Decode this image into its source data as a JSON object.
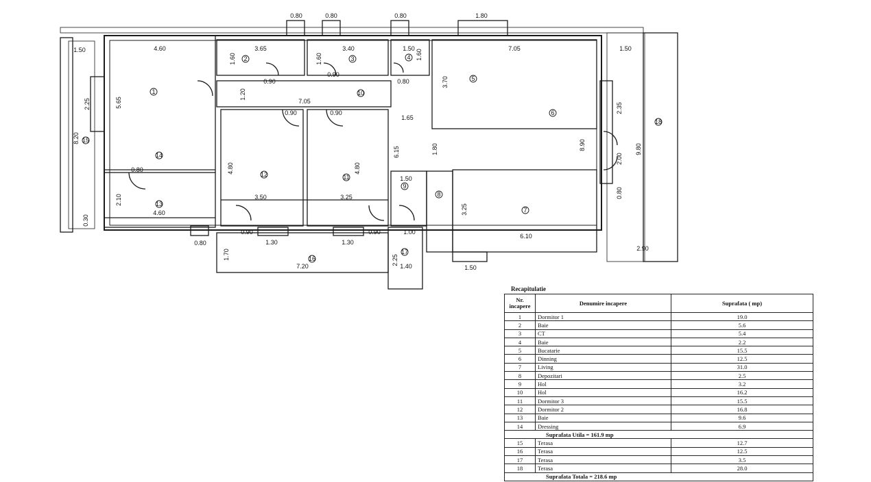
{
  "dimensions": [
    "0.80",
    "0.80",
    "0.80",
    "1.80",
    "1.50",
    "4.60",
    "3.65",
    "3.40",
    "1.50",
    "7.05",
    "1.50",
    "1.60",
    "1.60",
    "1.60",
    "0.90",
    "0.80",
    "0.90",
    "3.70",
    "1.20",
    "7.05",
    "0.90",
    "0.90",
    "2.25",
    "5.65",
    "8.20",
    "1.65",
    "6.15",
    "1.80",
    "2.35",
    "8.90",
    "9.80",
    "2.00",
    "4.80",
    "4.80",
    "0.80",
    "2.10",
    "3.50",
    "3.25",
    "1.50",
    "3.25",
    "0.80",
    "4.60",
    "0.30",
    "1.00",
    "6.10",
    "0.80",
    "0.90",
    "1.30",
    "1.30",
    "0.90",
    "1.70",
    "7.20",
    "2.25",
    "1.40",
    "2.90",
    "1.50"
  ],
  "room_markers": [
    "1",
    "2",
    "3",
    "4",
    "5",
    "6",
    "7",
    "8",
    "9",
    "10",
    "11",
    "12",
    "13",
    "14",
    "15",
    "16",
    "17",
    "18"
  ],
  "recap": {
    "title": "Recapitulatie",
    "headers": {
      "nr": "Nr. incapere",
      "name": "Denumire incapere",
      "area": "Suprafata ( mp)"
    },
    "rooms": [
      {
        "nr": "1",
        "name": "Dormitor 1",
        "area": "19.0"
      },
      {
        "nr": "2",
        "name": "Baie",
        "area": "5.6"
      },
      {
        "nr": "3",
        "name": "CT",
        "area": "5.4"
      },
      {
        "nr": "4",
        "name": "Baie",
        "area": "2.2"
      },
      {
        "nr": "5",
        "name": "Bucatarie",
        "area": "15.5"
      },
      {
        "nr": "6",
        "name": "Dinning",
        "area": "12.5"
      },
      {
        "nr": "7",
        "name": "Living",
        "area": "31.0"
      },
      {
        "nr": "8",
        "name": "Depozitari",
        "area": "2.5"
      },
      {
        "nr": "9",
        "name": "Hol",
        "area": "3.2"
      },
      {
        "nr": "10",
        "name": "Hol",
        "area": "16.2"
      },
      {
        "nr": "11",
        "name": "Dormitor 3",
        "area": "15.5"
      },
      {
        "nr": "12",
        "name": "Dormitor 2",
        "area": "16.8"
      },
      {
        "nr": "13",
        "name": "Baie",
        "area": "9.6"
      },
      {
        "nr": "14",
        "name": "Dressing",
        "area": "6.9"
      }
    ],
    "util_total": "Suprafata Utila = 161.9 mp",
    "terraces": [
      {
        "nr": "15",
        "name": "Terasa",
        "area": "12.7"
      },
      {
        "nr": "16",
        "name": "Terasa",
        "area": "12.5"
      },
      {
        "nr": "17",
        "name": "Terasa",
        "area": "3.5"
      },
      {
        "nr": "18",
        "name": "Terasa",
        "area": "28.0"
      }
    ],
    "grand_total": "Suprafata Totala = 218.6 mp"
  }
}
